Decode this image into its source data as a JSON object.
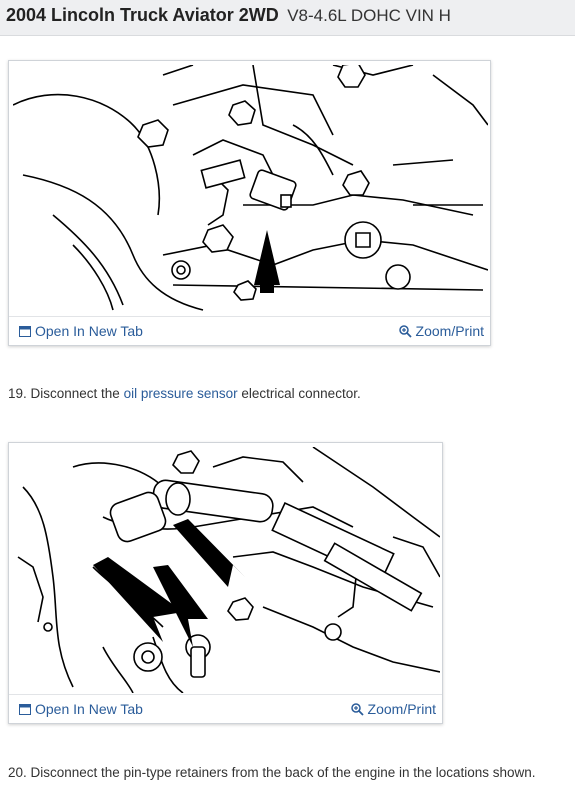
{
  "header": {
    "title_main": "2004 Lincoln Truck Aviator 2WD",
    "title_sub": "V8-4.6L DOHC VIN H"
  },
  "figures": [
    {
      "open_label": "Open In New Tab",
      "zoom_label": "Zoom/Print"
    },
    {
      "open_label": "Open In New Tab",
      "zoom_label": "Zoom/Print"
    }
  ],
  "steps": [
    {
      "prefix": "19. Disconnect the ",
      "link": "oil pressure sensor",
      "suffix": " electrical connector."
    },
    {
      "text": "20. Disconnect the pin-type retainers from the back of the engine in the locations shown."
    }
  ],
  "colors": {
    "link": "#2a5c9a",
    "header_bg": "#eeeff1"
  },
  "icons": [
    "open-tab-icon",
    "zoom-icon"
  ]
}
